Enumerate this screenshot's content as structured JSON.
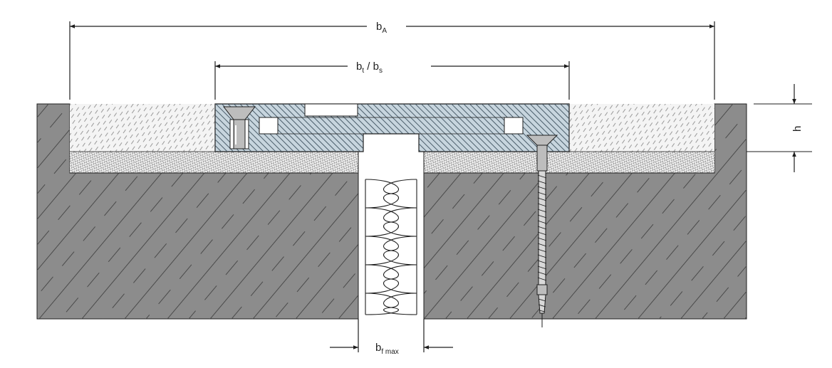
{
  "labels": {
    "overall_width": {
      "main": "b",
      "sub": "A"
    },
    "profile_width": {
      "main1": "b",
      "sub1": "t",
      "sep": " / ",
      "main2": "b",
      "sub2": "s"
    },
    "height": {
      "main": "h"
    },
    "joint_width": {
      "main": "b",
      "sub": "f max"
    }
  },
  "colors": {
    "substrate": "#8c8c8c",
    "substrate_hatch": "#4a4a4a",
    "profile_fill": "#c7d5de",
    "profile_hatch": "#3c4f5c",
    "mortar_fill": "#f4f4f4",
    "mortar_hatch": "#8e8e8e",
    "bedding_hatch": "#7a7a7a",
    "line": "#1e1e1e",
    "screw": "#bdbdbd"
  },
  "icons": [
    "countersunk-screw-icon",
    "anchor-screw-icon",
    "foam-backer-icon"
  ]
}
